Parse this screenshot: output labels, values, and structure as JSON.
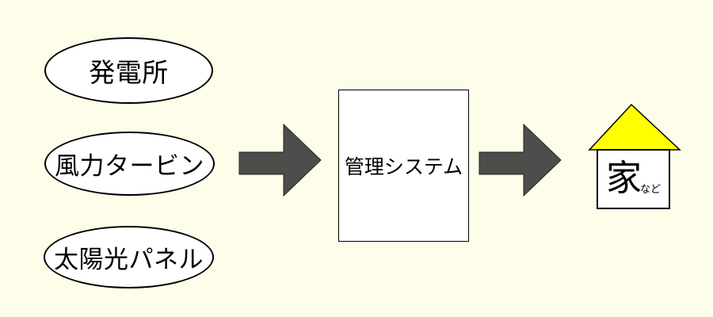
{
  "colors": {
    "background": "#FDFDEA",
    "arrow": "#4D4D4B",
    "roof": "#FFFF00",
    "shape_fill": "#FFFFFF",
    "outline": "#000000"
  },
  "diagram": {
    "sources": [
      {
        "label": "発電所"
      },
      {
        "label": "風力タービン"
      },
      {
        "label": "太陽光パネル"
      }
    ],
    "processor": {
      "label": "管理システム"
    },
    "destination": {
      "label": "家",
      "suffix": "など"
    }
  }
}
